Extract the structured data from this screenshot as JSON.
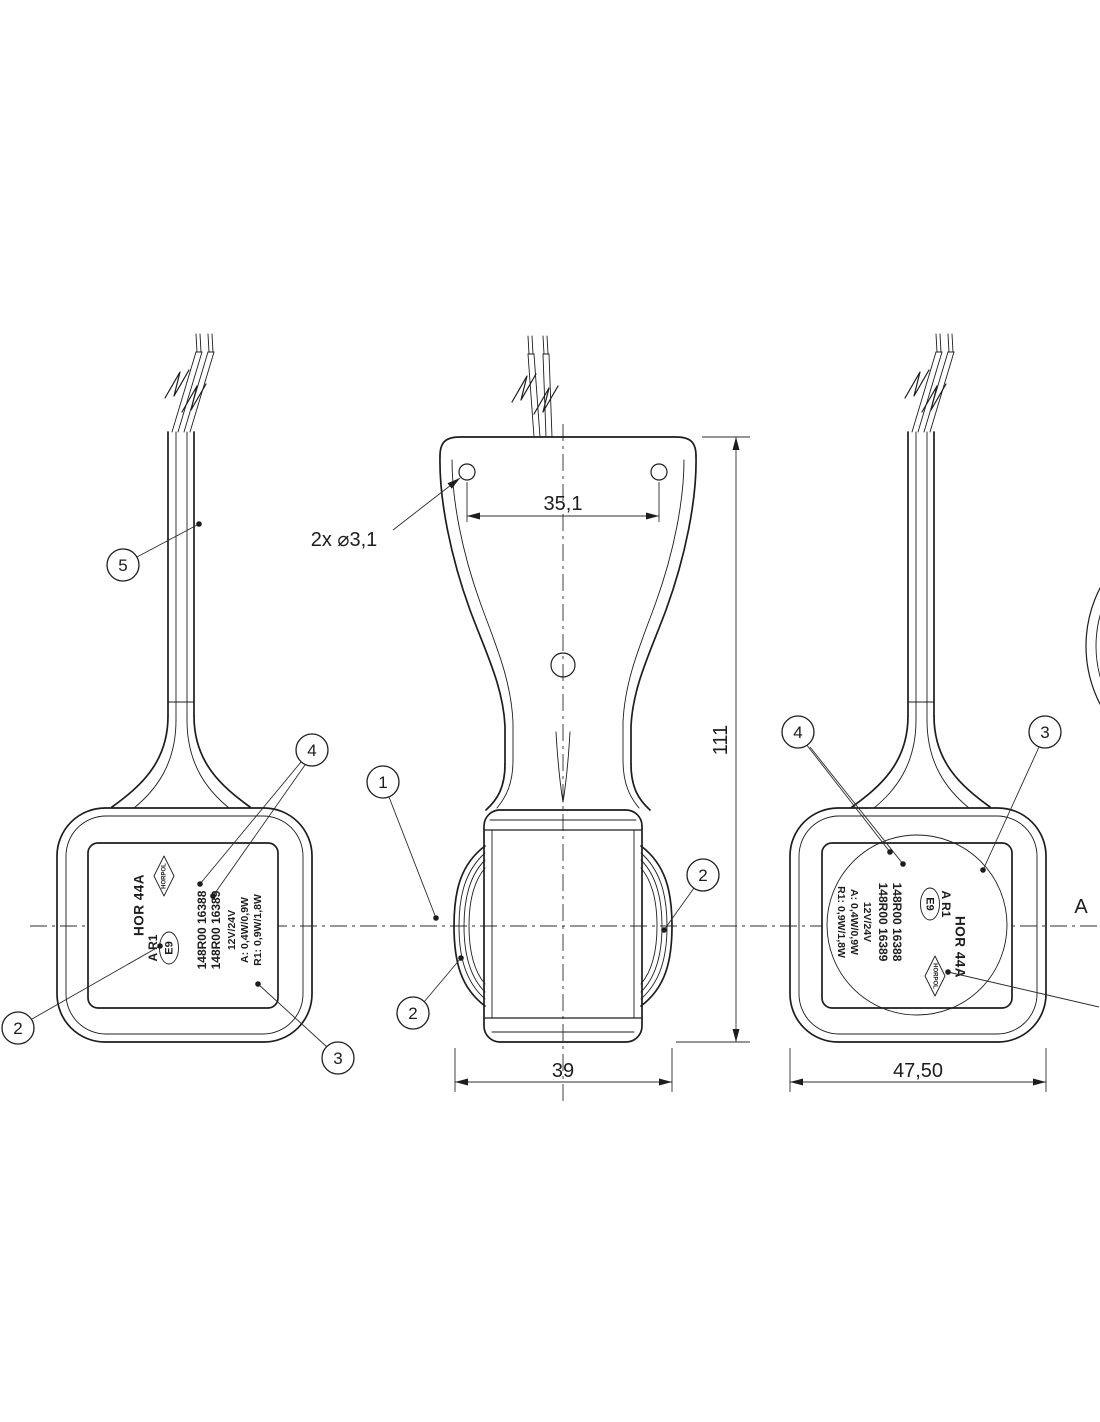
{
  "dimensions": {
    "hole_note": "2x ⌀3,1",
    "hole_spacing": "35,1",
    "overall_height": "111",
    "front_width": "39",
    "side_width": "47,50"
  },
  "balloons": {
    "b1": "1",
    "b2": "2",
    "b3": "3",
    "b4": "4",
    "b5": "5"
  },
  "view_label": "A",
  "lamp_label": {
    "model": "HOR 44A",
    "function": "A R1",
    "e_mark": "E9",
    "approval_no_1": "148R00 16388",
    "approval_no_2": "148R00 16389",
    "voltage": "12V/24V",
    "power_a": "A: 0,4W/0,9W",
    "power_r1": "R1: 0,9W/1,8W",
    "brand": "HORPOL"
  }
}
